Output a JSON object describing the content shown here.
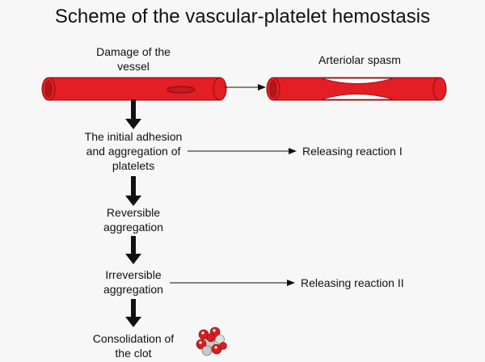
{
  "title": "Scheme of the vascular-platelet hemostasis",
  "vessels": {
    "damage_label": [
      "Damage of the",
      "vessel"
    ],
    "spasm_label": "Arteriolar spasm"
  },
  "steps": [
    {
      "lines": [
        "The initial adhesion",
        "and aggregation of",
        "platelets"
      ]
    },
    {
      "lines": [
        "Reversible",
        "aggregation"
      ]
    },
    {
      "lines": [
        "Irreversible",
        "aggregation"
      ]
    },
    {
      "lines": [
        "Consolidation of",
        "the clot"
      ]
    }
  ],
  "reactions": [
    "Releasing reaction I",
    "Releasing reaction II"
  ],
  "colors": {
    "vessel": "#e31e24",
    "vessel_dark": "#b5161b",
    "lumen": "#ffffff",
    "arrow": "#111111",
    "clot_red": "#d81e1e",
    "clot_gray": "#c8c8c8"
  }
}
